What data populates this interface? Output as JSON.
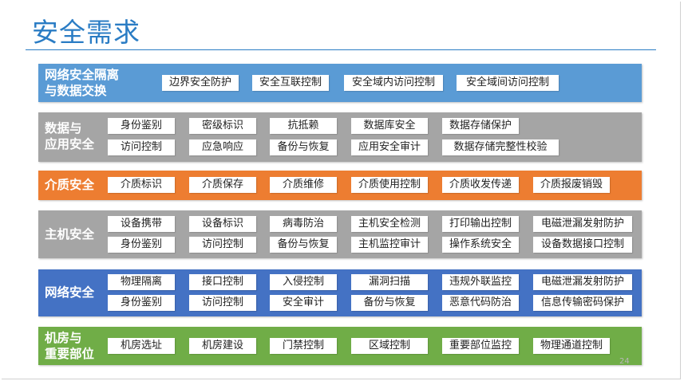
{
  "title": "安全需求",
  "colors": {
    "title": "#2a7cc4",
    "network_isolation": "#5a9bd5",
    "data_app": "#a5a5a5",
    "media": "#ed7d31",
    "host": "#a5a5a5",
    "network": "#4472c4",
    "facility": "#70ad47",
    "chip_bg": "#ffffff"
  },
  "bands": [
    {
      "label": "网络安全隔离\n与数据交换",
      "rows": [
        [
          "边界安全防护",
          "安全互联控制",
          "安全域内访问控制",
          "安全域间访问控制"
        ]
      ]
    },
    {
      "label": "数据与\n应用安全",
      "rows": [
        [
          "身份鉴别",
          "密级标识",
          "抗抵赖",
          "数据库安全",
          "数据存储保护"
        ],
        [
          "访问控制",
          "应急响应",
          "备份与恢复",
          "应用安全审计",
          "数据存储完整性校验"
        ]
      ]
    },
    {
      "label": "介质安全",
      "rows": [
        [
          "介质标识",
          "介质保存",
          "介质维修",
          "介质使用控制",
          "介质收发传递",
          "介质报废销毁"
        ]
      ]
    },
    {
      "label": "主机安全",
      "rows": [
        [
          "设备携带",
          "设备标识",
          "病毒防治",
          "主机安全检测",
          "打印输出控制",
          "电磁泄漏发射防护"
        ],
        [
          "身份鉴别",
          "访问控制",
          "备份与恢复",
          "主机监控审计",
          "操作系统安全",
          "设备数据接口控制"
        ]
      ]
    },
    {
      "label": "网络安全",
      "rows": [
        [
          "物理隔离",
          "接口控制",
          "入侵控制",
          "漏洞扫描",
          "违规外联监控",
          "电磁泄漏发射防护"
        ],
        [
          "身份鉴别",
          "访问控制",
          "安全审计",
          "备份与恢复",
          "恶意代码防治",
          "信息传输密码保护"
        ]
      ]
    },
    {
      "label": "机房与\n重要部位",
      "rows": [
        [
          "机房选址",
          "机房建设",
          "门禁控制",
          "区域控制",
          "重要部位监控",
          "物理通道控制"
        ]
      ]
    }
  ],
  "page_number": "24"
}
